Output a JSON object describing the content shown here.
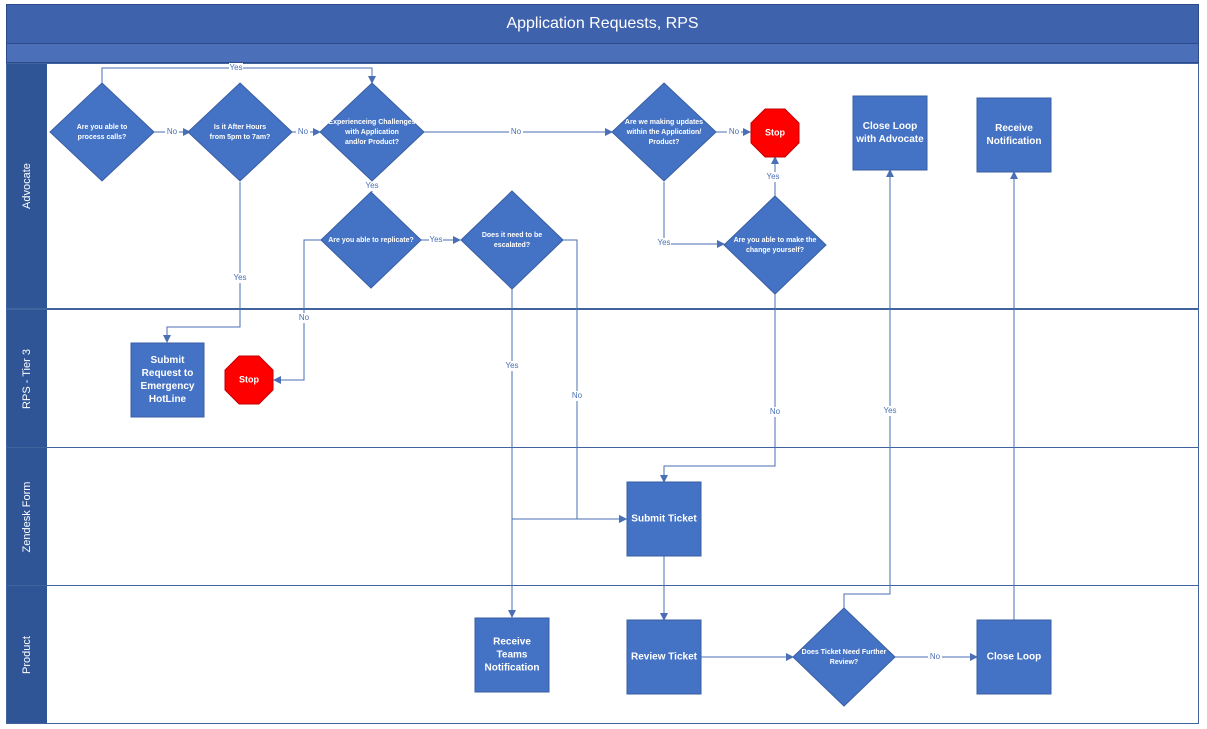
{
  "title": "Application Requests, RPS",
  "lanes": [
    {
      "id": "advocate",
      "label": "Advocate"
    },
    {
      "id": "tier3",
      "label": "RPS - Tier 3"
    },
    {
      "id": "zendesk",
      "label": "Zendesk Form"
    },
    {
      "id": "product",
      "label": "Product"
    }
  ],
  "decisions": {
    "process_calls": [
      "Are you able to",
      "process calls?"
    ],
    "after_hours": [
      "Is it After Hours",
      "from 5pm to 7am?"
    ],
    "challenges": [
      "Experienceing Challenges",
      "with Application",
      "and/or Product?"
    ],
    "updates": [
      "Are we making updates",
      "within the Application/",
      "Product?"
    ],
    "replicate": [
      "Are you able to replicate?"
    ],
    "escalated": [
      "Does it need to be",
      "escalated?"
    ],
    "make_change": [
      "Are you able to make the",
      "change yourself?"
    ],
    "further_review": [
      "Does Ticket Need Further",
      "Review?"
    ]
  },
  "processes": {
    "close_loop_advocate": [
      "Close Loop",
      "with Advocate"
    ],
    "receive_notification": [
      "Receive",
      "Notification"
    ],
    "emergency_hotline": [
      "Submit",
      "Request to",
      "Emergency",
      "HotLine"
    ],
    "submit_ticket": [
      "Submit Ticket"
    ],
    "teams_notification": [
      "Receive",
      "Teams",
      "Notification"
    ],
    "review_ticket": [
      "Review Ticket"
    ],
    "close_loop": [
      "Close Loop"
    ]
  },
  "stops": {
    "stop_top": "Stop",
    "stop_mid": "Stop"
  },
  "edge_labels": {
    "yes": "Yes",
    "no": "No"
  },
  "colors": {
    "header": "#3f62ad",
    "lane_header": "#2f5597",
    "shape_fill": "#4472c4",
    "shape_border": "#3a5fa3",
    "connector": "#4a6fb5",
    "stop": "#ff0000"
  }
}
